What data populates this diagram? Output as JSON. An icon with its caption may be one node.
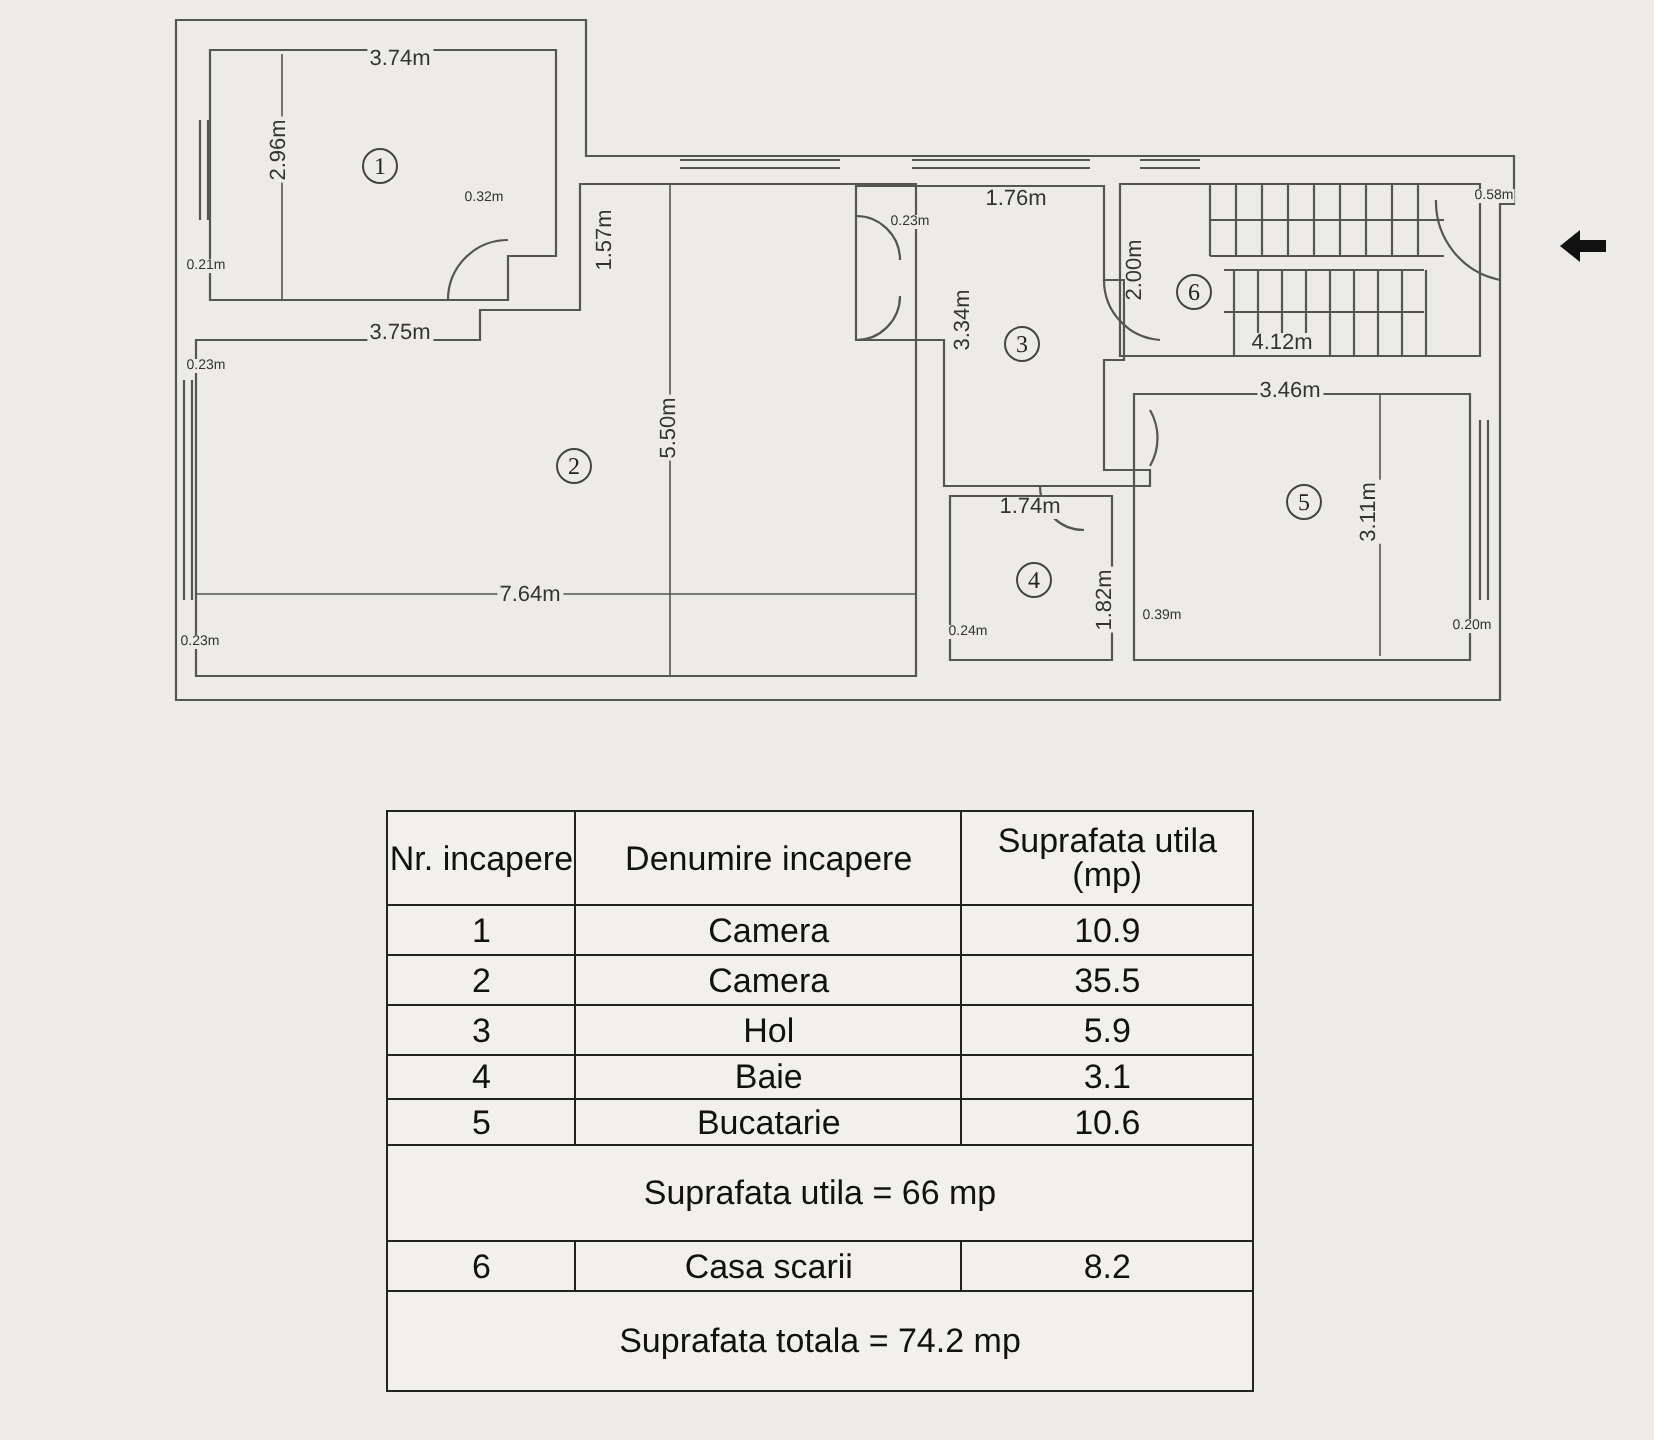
{
  "diagram": {
    "nodes": [
      {
        "text": [
          "1"
        ]
      },
      {
        "text": [
          "2"
        ]
      },
      {
        "text": [
          "3"
        ]
      },
      {
        "text": [
          "4"
        ]
      },
      {
        "text": [
          "5"
        ]
      },
      {
        "text": [
          "6"
        ]
      }
    ],
    "edges": [],
    "labels": [
      "3.74m",
      "2.96m",
      "1.57m",
      "0.32m",
      "1.76m",
      "0.23m",
      "2.00m",
      "0.58m",
      "0.21m",
      "3.75m",
      "0.23m",
      "3.34m",
      "4.12m",
      "3.46m",
      "5.50m",
      "1.74m",
      "3.11m",
      "1.82m",
      "7.64m",
      "0.23m",
      "0.24m",
      "0.39m",
      "0.20m",
      "Nr. incapere",
      "Denumire incapere",
      "Suprafata utila (mp)",
      "1",
      "Camera",
      "10.9",
      "2",
      "Camera",
      "35.5",
      "3",
      "Hol",
      "5.9",
      "4",
      "Baie",
      "3.1",
      "5",
      "Bucatarie",
      "10.6",
      "Suprafata utila = 66 mp",
      "6",
      "Casa scarii",
      "8.2",
      "Suprafata totala = 74.2 mp"
    ]
  }
}
